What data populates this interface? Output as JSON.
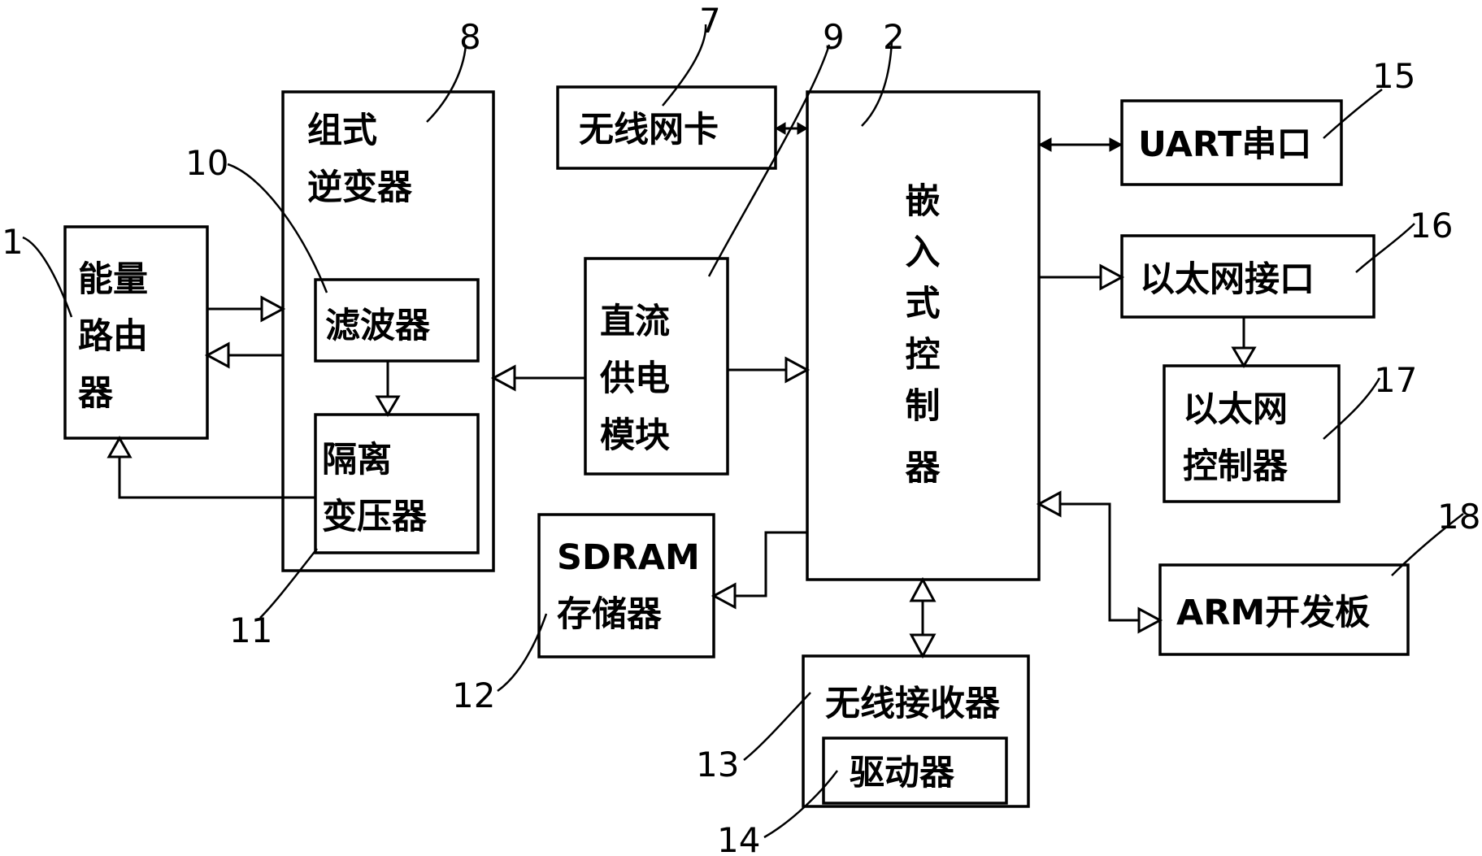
{
  "blocks": {
    "energy_router": [
      "能量",
      "路由",
      "器"
    ],
    "inverter": [
      "组式",
      "逆变器"
    ],
    "filter": "滤波器",
    "isolation_transformer": [
      "隔离",
      "变压器"
    ],
    "dc_power_module": [
      "直流",
      "供电",
      "模块"
    ],
    "wireless_nic": "无线网卡",
    "embedded_controller": [
      "嵌",
      "入",
      "式",
      "控",
      "制",
      "器"
    ],
    "uart": "UART串口",
    "ethernet_interface": "以太网接口",
    "ethernet_controller": [
      "以太网",
      "控制器"
    ],
    "sdram": [
      "SDRAM",
      "存储器"
    ],
    "wireless_receiver": "无线接收器",
    "driver": "驱动器",
    "arm_board": "ARM开发板"
  },
  "callouts": {
    "n1": "1",
    "n2": "2",
    "n7": "7",
    "n8": "8",
    "n9": "9",
    "n10": "10",
    "n11": "11",
    "n12": "12",
    "n13": "13",
    "n14": "14",
    "n15": "15",
    "n16": "16",
    "n17": "17",
    "n18": "18"
  }
}
